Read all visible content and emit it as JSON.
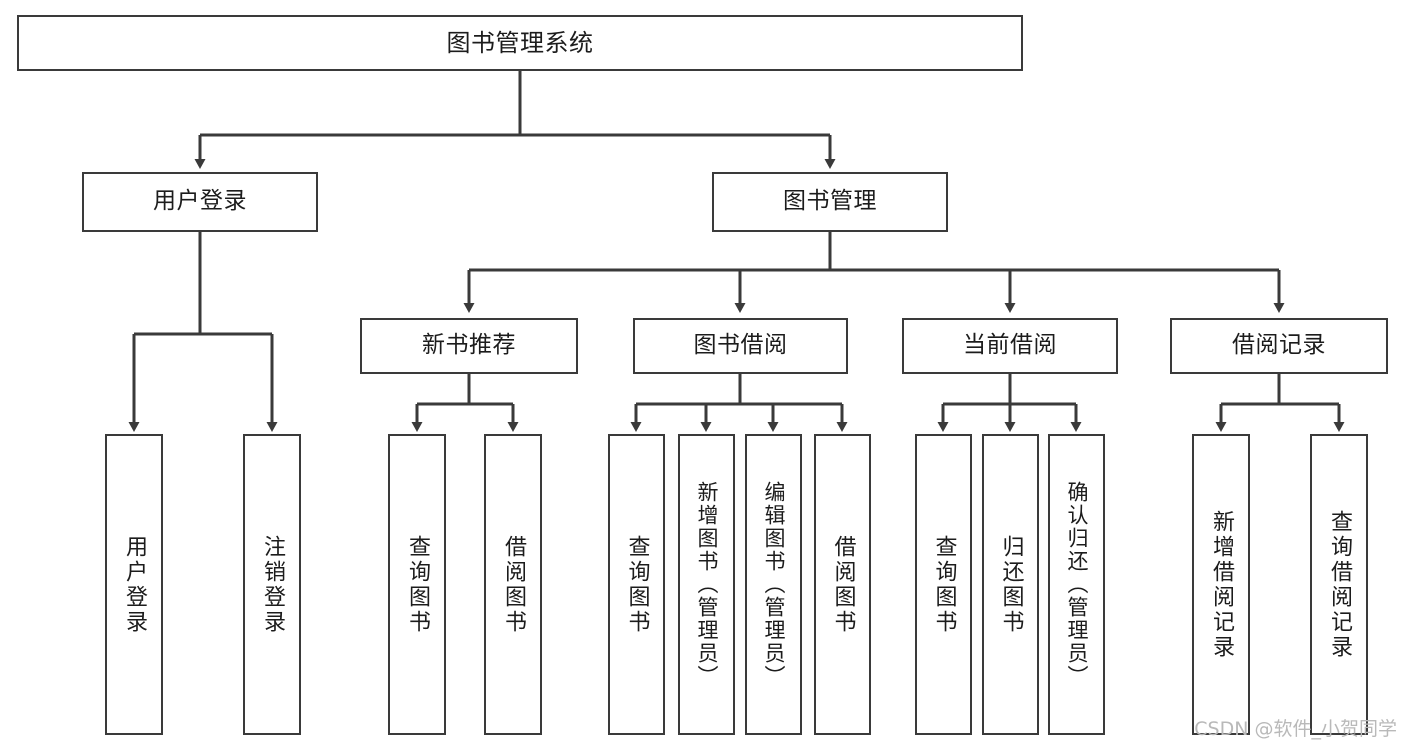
{
  "diagram": {
    "type": "tree-hierarchy",
    "title": "图书管理系统",
    "watermark": "CSDN @软件_小贺同学",
    "colors": {
      "box_border": "#3a3a3a",
      "box_fill": "#ffffff",
      "connector": "#3a3a3a",
      "text": "#1c1c1c",
      "watermark": "#b9b9b9",
      "background": "#ffffff"
    },
    "root": {
      "label": "图书管理系统"
    },
    "level2": [
      {
        "label": "用户登录"
      },
      {
        "label": "图书管理"
      }
    ],
    "level3": [
      {
        "label": "新书推荐"
      },
      {
        "label": "图书借阅"
      },
      {
        "label": "当前借阅"
      },
      {
        "label": "借阅记录"
      }
    ],
    "leaves": {
      "user_login": [
        {
          "label": "用户登录"
        },
        {
          "label": "注销登录"
        }
      ],
      "new_book_recommend": [
        {
          "label": "查询图书"
        },
        {
          "label": "借阅图书"
        }
      ],
      "book_borrow": [
        {
          "label": "查询图书"
        },
        {
          "label": "新增图书（管理员）"
        },
        {
          "label": "编辑图书（管理员）"
        },
        {
          "label": "借阅图书"
        }
      ],
      "current_borrow": [
        {
          "label": "查询图书"
        },
        {
          "label": "归还图书"
        },
        {
          "label": "确认归还（管理员）"
        }
      ],
      "borrow_record": [
        {
          "label": "新增借阅记录"
        },
        {
          "label": "查询借阅记录"
        }
      ]
    }
  }
}
